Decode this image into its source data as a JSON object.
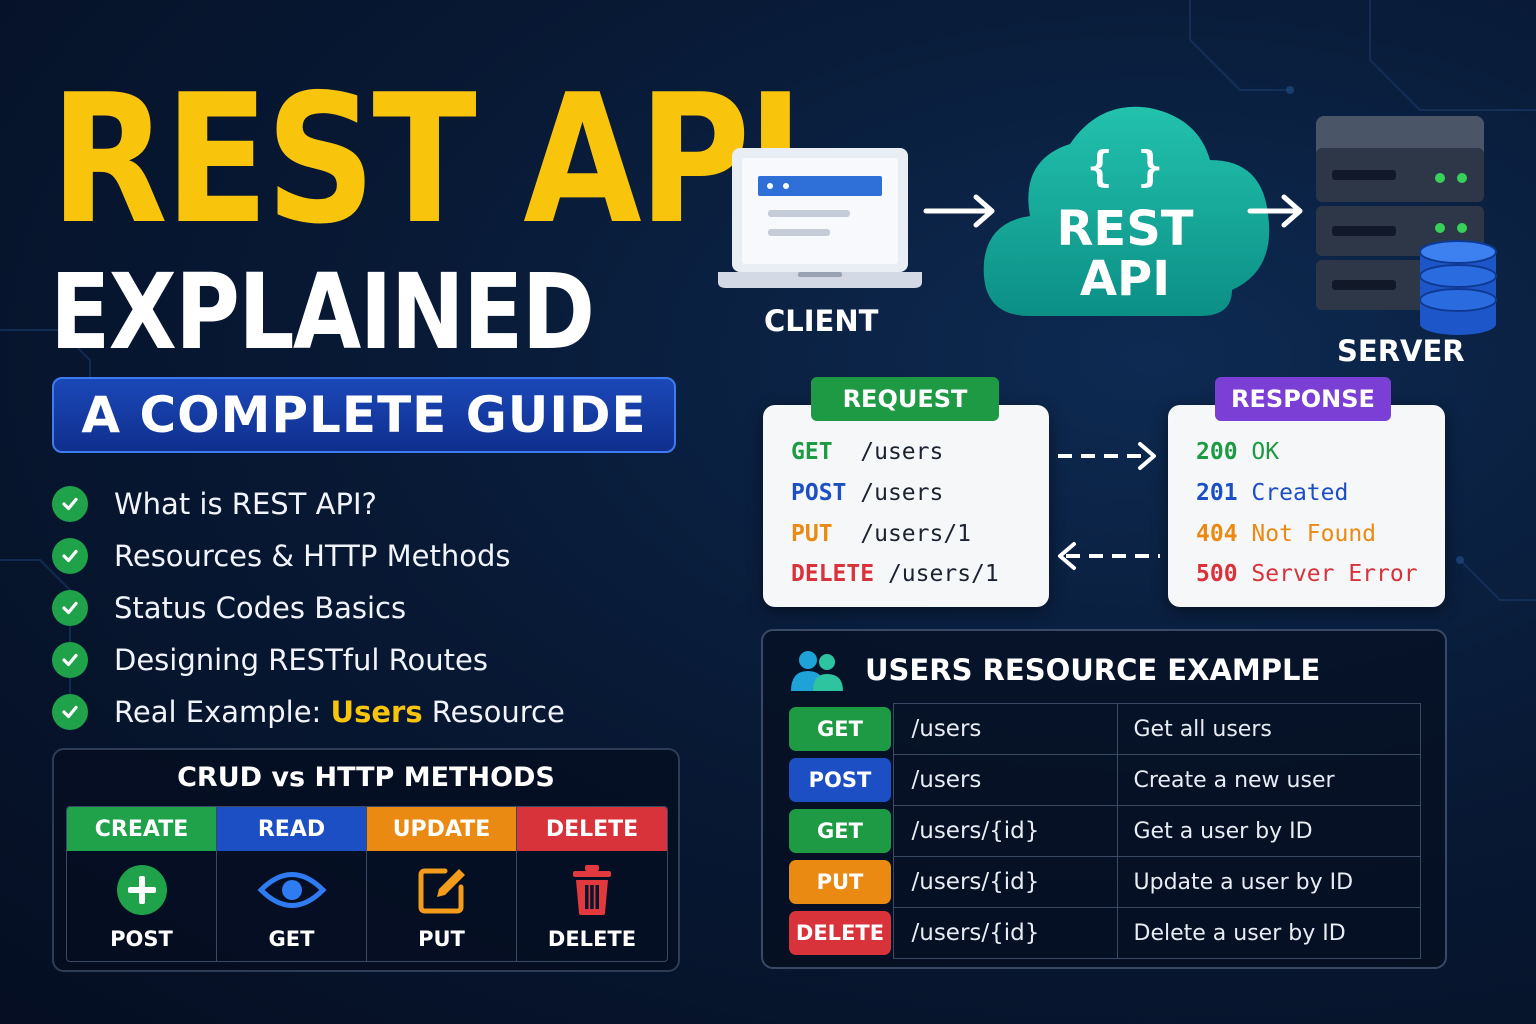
{
  "colors": {
    "background": "#081a36",
    "title_yellow": "#f8c40c",
    "green": "#1fa24a",
    "blue": "#1d4fc4",
    "orange": "#ea8a13",
    "red": "#d8323a",
    "purple": "#7b3fd6",
    "teal": "#11a89a"
  },
  "title": {
    "line1": "REST API",
    "line2": "EXPLAINED",
    "subtitle": "A COMPLETE GUIDE"
  },
  "features": [
    {
      "text": "What is REST API?"
    },
    {
      "text": "Resources & HTTP Methods"
    },
    {
      "text": "Status Codes Basics"
    },
    {
      "text": "Designing RESTful Routes"
    },
    {
      "prefix": "Real Example: ",
      "highlight": "Users",
      "suffix": " Resource"
    }
  ],
  "crud": {
    "title": "CRUD vs HTTP METHODS",
    "columns": [
      {
        "op": "CREATE",
        "method": "POST",
        "icon": "plus-circle-icon",
        "color": "#1fa24a"
      },
      {
        "op": "READ",
        "method": "GET",
        "icon": "eye-icon",
        "color": "#1d4fc4"
      },
      {
        "op": "UPDATE",
        "method": "PUT",
        "icon": "edit-icon",
        "color": "#ea8a13"
      },
      {
        "op": "DELETE",
        "method": "DELETE",
        "icon": "trash-icon",
        "color": "#d8323a"
      }
    ]
  },
  "flow": {
    "client_label": "CLIENT",
    "cloud_braces": "{ }",
    "cloud_line1": "REST",
    "cloud_line2": "API",
    "server_label": "SERVER",
    "icons": [
      "laptop-icon",
      "cloud-icon",
      "server-icon",
      "database-icon"
    ]
  },
  "request": {
    "tag": "REQUEST",
    "lines": [
      {
        "method": "GET",
        "path": "/users",
        "color": "#1f9a44"
      },
      {
        "method": "POST",
        "path": "/users",
        "color": "#1d4fc4"
      },
      {
        "method": "PUT",
        "path": "/users/1",
        "color": "#ea8a13"
      },
      {
        "method": "DELETE",
        "path": "/users/1",
        "color": "#d8323a"
      }
    ]
  },
  "response": {
    "tag": "RESPONSE",
    "lines": [
      {
        "code": "200",
        "text": "OK",
        "color": "#1f9a44"
      },
      {
        "code": "201",
        "text": "Created",
        "color": "#1d4fc4"
      },
      {
        "code": "404",
        "text": "Not Found",
        "color": "#ea8a13"
      },
      {
        "code": "500",
        "text": "Server Error",
        "color": "#d8323a"
      }
    ]
  },
  "users_example": {
    "title": "USERS RESOURCE EXAMPLE",
    "icon": "users-icon",
    "rows": [
      {
        "method": "GET",
        "path": "/users",
        "desc": "Get all users",
        "color": "#1f9a44"
      },
      {
        "method": "POST",
        "path": "/users",
        "desc": "Create a new user",
        "color": "#1d4fc4"
      },
      {
        "method": "GET",
        "path": "/users/{id}",
        "desc": "Get a user by ID",
        "color": "#1f9a44"
      },
      {
        "method": "PUT",
        "path": "/users/{id}",
        "desc": "Update a user by ID",
        "color": "#ea8a13"
      },
      {
        "method": "DELETE",
        "path": "/users/{id}",
        "desc": "Delete a user by ID",
        "color": "#d8323a"
      }
    ]
  }
}
